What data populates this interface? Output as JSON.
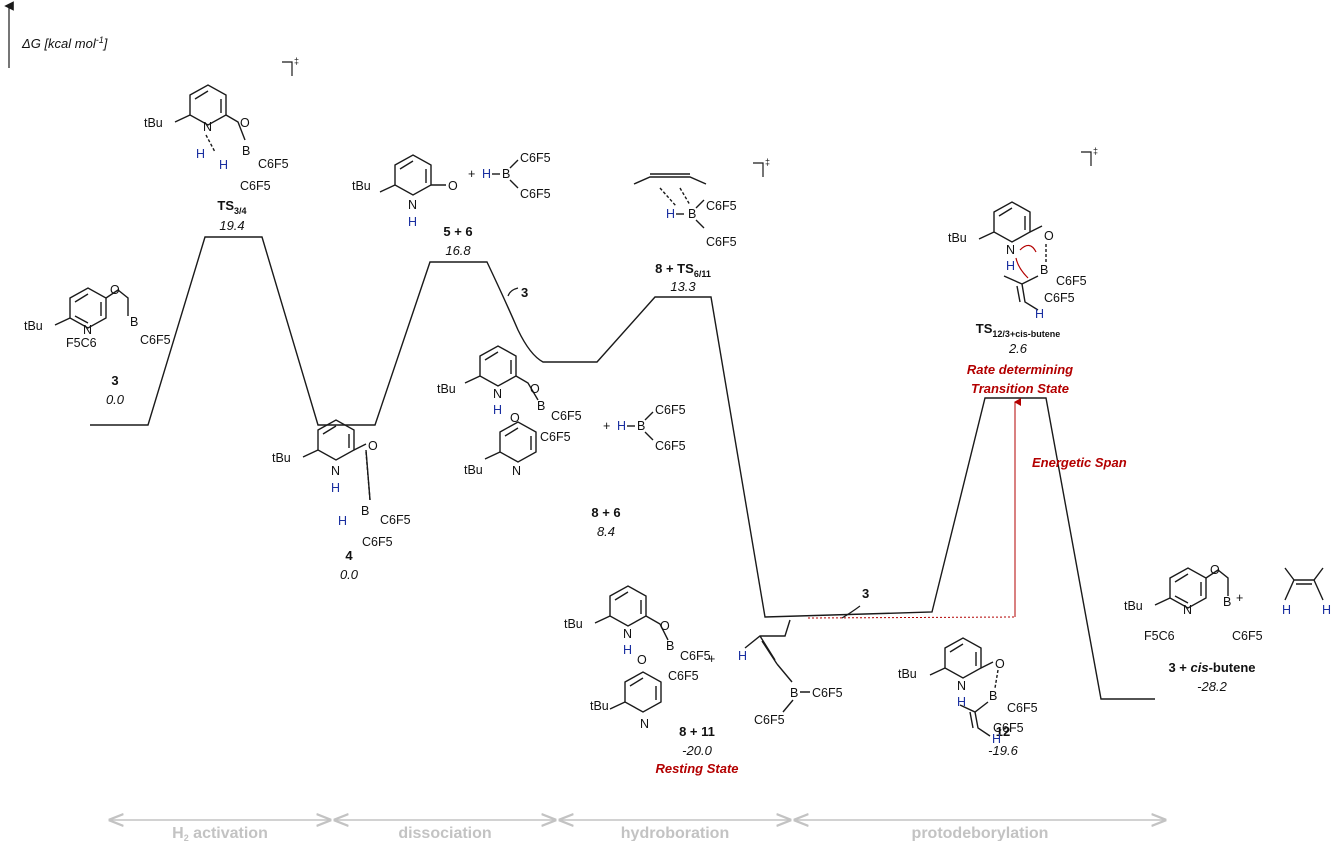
{
  "axis": {
    "label": "ΔG [kcal mol",
    "label_sup": "-1",
    "label_end": "]"
  },
  "states": [
    {
      "id": "3",
      "name_main": "3",
      "name_sub": "",
      "value": "0.0"
    },
    {
      "id": "ts34",
      "name_main": "TS",
      "name_sub": "3/4",
      "value": "19.4"
    },
    {
      "id": "4",
      "name_main": "4",
      "name_sub": "",
      "value": "0.0"
    },
    {
      "id": "5p6",
      "name_main": "5 + 6",
      "name_sub": "",
      "value": "16.8"
    },
    {
      "id": "8p6",
      "name_main": "8 + 6",
      "name_sub": "",
      "value": "8.4"
    },
    {
      "id": "ts611",
      "name_main": "8 + TS",
      "name_sub": "6/11",
      "value": "13.3"
    },
    {
      "id": "8p11",
      "name_main": "8 + 11",
      "name_sub": "",
      "value": "-20.0"
    },
    {
      "id": "12",
      "name_main": "12",
      "name_sub": "",
      "value": "-19.6"
    },
    {
      "id": "tsfinal",
      "name_main": "TS",
      "name_sub": "12/3+cis-butene",
      "value": "2.6"
    },
    {
      "id": "final",
      "name_main": "3 + ",
      "name_main2": "cis",
      "name_main3": "-butene",
      "name_sub": "",
      "value": "-28.2"
    }
  ],
  "annotations": {
    "resting_state": "Resting State",
    "rdts_line1": "Rate determining",
    "rdts_line2": "Transition State",
    "energetic_span": "Energetic Span",
    "catalyst_entry_1": "3",
    "catalyst_entry_2": "3",
    "dagger": "‡"
  },
  "phases": [
    {
      "label": "H",
      "label_sub": "2",
      "label_rest": " activation"
    },
    {
      "label": "dissociation"
    },
    {
      "label": "hydroboration"
    },
    {
      "label": "protodeborylation"
    }
  ],
  "atoms": {
    "tBu": "tBu",
    "N": "N",
    "O": "O",
    "B": "B",
    "H": "H",
    "C6F5": "C6F5",
    "F5C6": "F5C6",
    "plus": "+"
  },
  "colors": {
    "profile": "#1a1a1a",
    "red": "#b30000",
    "hydrogen": "#1a2fa0",
    "phase": "#c3c3c3"
  }
}
